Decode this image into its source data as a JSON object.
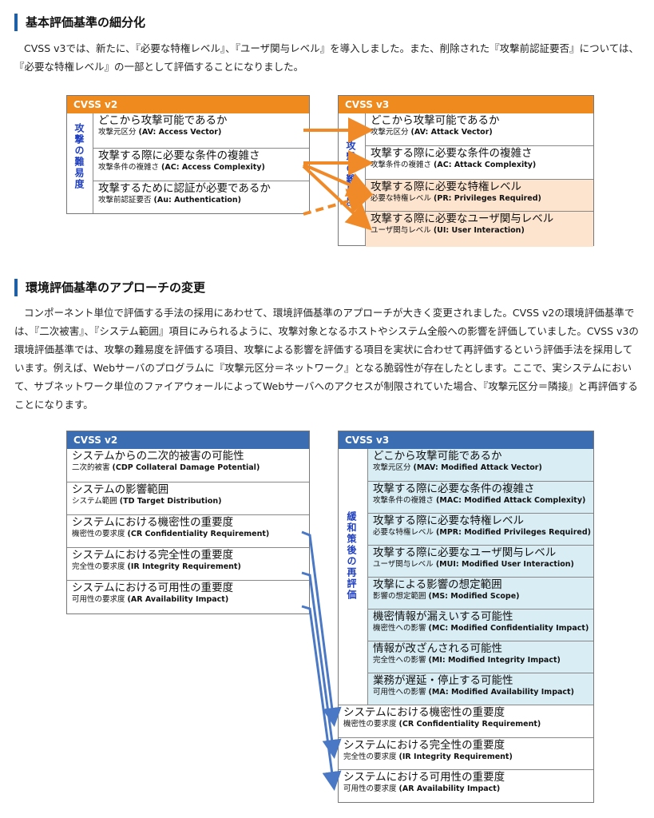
{
  "section1": {
    "heading": "基本評価基準の細分化",
    "paragraph": "CVSS v3では、新たに、『必要な特権レベル』、『ユーザ関与レベル』を導入しました。また、削除された『攻撃前認証要否』については、『必要な特権レベル』の一部として評価することになりました。",
    "left_table": {
      "title": "CVSS v2",
      "side_label": "攻撃の難易度",
      "rows": [
        {
          "main": "どこから攻撃可能であるか",
          "sub_jp": "攻撃元区分",
          "sub_en": "(AV: Access Vector)"
        },
        {
          "main": "攻撃する際に必要な条件の複雑さ",
          "sub_jp": "攻撃条件の複雑さ",
          "sub_en": "(AC: Access Complexity)"
        },
        {
          "main": "攻撃するために認証が必要であるか",
          "sub_jp": "攻撃前認証要否",
          "sub_en": "(Au: Authentication)"
        }
      ]
    },
    "right_table": {
      "title": "CVSS v3",
      "side_label": "攻撃の難易度",
      "rows": [
        {
          "main": "どこから攻撃可能であるか",
          "sub_jp": "攻撃元区分",
          "sub_en": "(AV: Attack Vector)"
        },
        {
          "main": "攻撃する際に必要な条件の複雑さ",
          "sub_jp": "攻撃条件の複雑さ",
          "sub_en": "(AC: Attack Complexity)"
        },
        {
          "main": "攻撃する際に必要な特権レベル",
          "sub_jp": "必要な特権レベル",
          "sub_en": "(PR: Privileges Required)"
        },
        {
          "main": "攻撃する際に必要なユーザ関与レベル",
          "sub_jp": "ユーザ関与レベル",
          "sub_en": "(UI: User Interaction)"
        }
      ]
    }
  },
  "section2": {
    "heading": "環境評価基準のアプローチの変更",
    "paragraph": "コンポーネント単位で評価する手法の採用にあわせて、環境評価基準のアプローチが大きく変更されました。CVSS v2の環境評価基準では、『二次被害』、『システム範囲』項目にみられるように、攻撃対象となるホストやシステム全般への影響を評価していました。CVSS v3の環境評価基準では、攻撃の難易度を評価する項目、攻撃による影響を評価する項目を実状に合わせて再評価するという評価手法を採用しています。例えば、Webサーバのプログラムに『攻撃元区分＝ネットワーク』となる脆弱性が存在したとします。ここで、実システムにおいて、サブネットワーク単位のファイアウォールによってWebサーバへのアクセスが制限されていた場合、『攻撃元区分＝隣接』と再評価することになります。",
    "left_table": {
      "title": "CVSS v2",
      "rows": [
        {
          "main": "システムからの二次的被害の可能性",
          "sub_jp": "二次的被害",
          "sub_en": "(CDP Collateral Damage Potential)"
        },
        {
          "main": "システムの影響範囲",
          "sub_jp": "システム範囲",
          "sub_en": "(TD Target Distribution)"
        },
        {
          "main": "システムにおける機密性の重要度",
          "sub_jp": "機密性の要求度",
          "sub_en": "(CR Confidentiality Requirement)"
        },
        {
          "main": "システムにおける完全性の重要度",
          "sub_jp": "完全性の要求度",
          "sub_en": "(IR Integrity Requirement)"
        },
        {
          "main": "システムにおける可用性の重要度",
          "sub_jp": "可用性の要求度",
          "sub_en": "(AR Availability Impact)"
        }
      ]
    },
    "right_table": {
      "title": "CVSS v3",
      "side_label": "緩和策後の再評価",
      "rows": [
        {
          "main": "どこから攻撃可能であるか",
          "sub_jp": "攻撃元区分",
          "sub_en": "(MAV: Modified Attack Vector)"
        },
        {
          "main": "攻撃する際に必要な条件の複雑さ",
          "sub_jp": "攻撃条件の複雑さ",
          "sub_en": "(MAC: Modified Attack Complexity)"
        },
        {
          "main": "攻撃する際に必要な特権レベル",
          "sub_jp": "必要な特権レベル",
          "sub_en": "(MPR: Modified Privileges Required)"
        },
        {
          "main": "攻撃する際に必要なユーザ関与レベル",
          "sub_jp": "ユーザ関与レベル",
          "sub_en": "(MUI: Modified User Interaction)"
        },
        {
          "main": "攻撃による影響の想定範囲",
          "sub_jp": "影響の想定範囲",
          "sub_en": "(MS: Modified Scope)"
        },
        {
          "main": "機密情報が漏えいする可能性",
          "sub_jp": "機密性への影響",
          "sub_en": "(MC: Modified Confidentiality Impact)"
        },
        {
          "main": "情報が改ざんされる可能性",
          "sub_jp": "完全性への影響",
          "sub_en": "(MI: Modified Integrity Impact)"
        },
        {
          "main": "業務が遅延・停止する可能性",
          "sub_jp": "可用性への影響",
          "sub_en": "(MA: Modified Availability Impact)"
        }
      ],
      "bottom_rows": [
        {
          "main": "システムにおける機密性の重要度",
          "sub_jp": "機密性の要求度",
          "sub_en": "(CR Confidentiality Requirement)"
        },
        {
          "main": "システムにおける完全性の重要度",
          "sub_jp": "完全性の要求度",
          "sub_en": "(IR Integrity Requirement)"
        },
        {
          "main": "システムにおける可用性の重要度",
          "sub_jp": "可用性の要求度",
          "sub_en": "(AR Availability Impact)"
        }
      ]
    }
  },
  "colors": {
    "accent_bar": "#1f5fa8",
    "orange_header": "#ef8a1e",
    "blue_header": "#3b6db3",
    "arrow_orange": "#f08a28",
    "arrow_blue": "#4a78c4",
    "vertical_label": "#1f3fbf"
  }
}
